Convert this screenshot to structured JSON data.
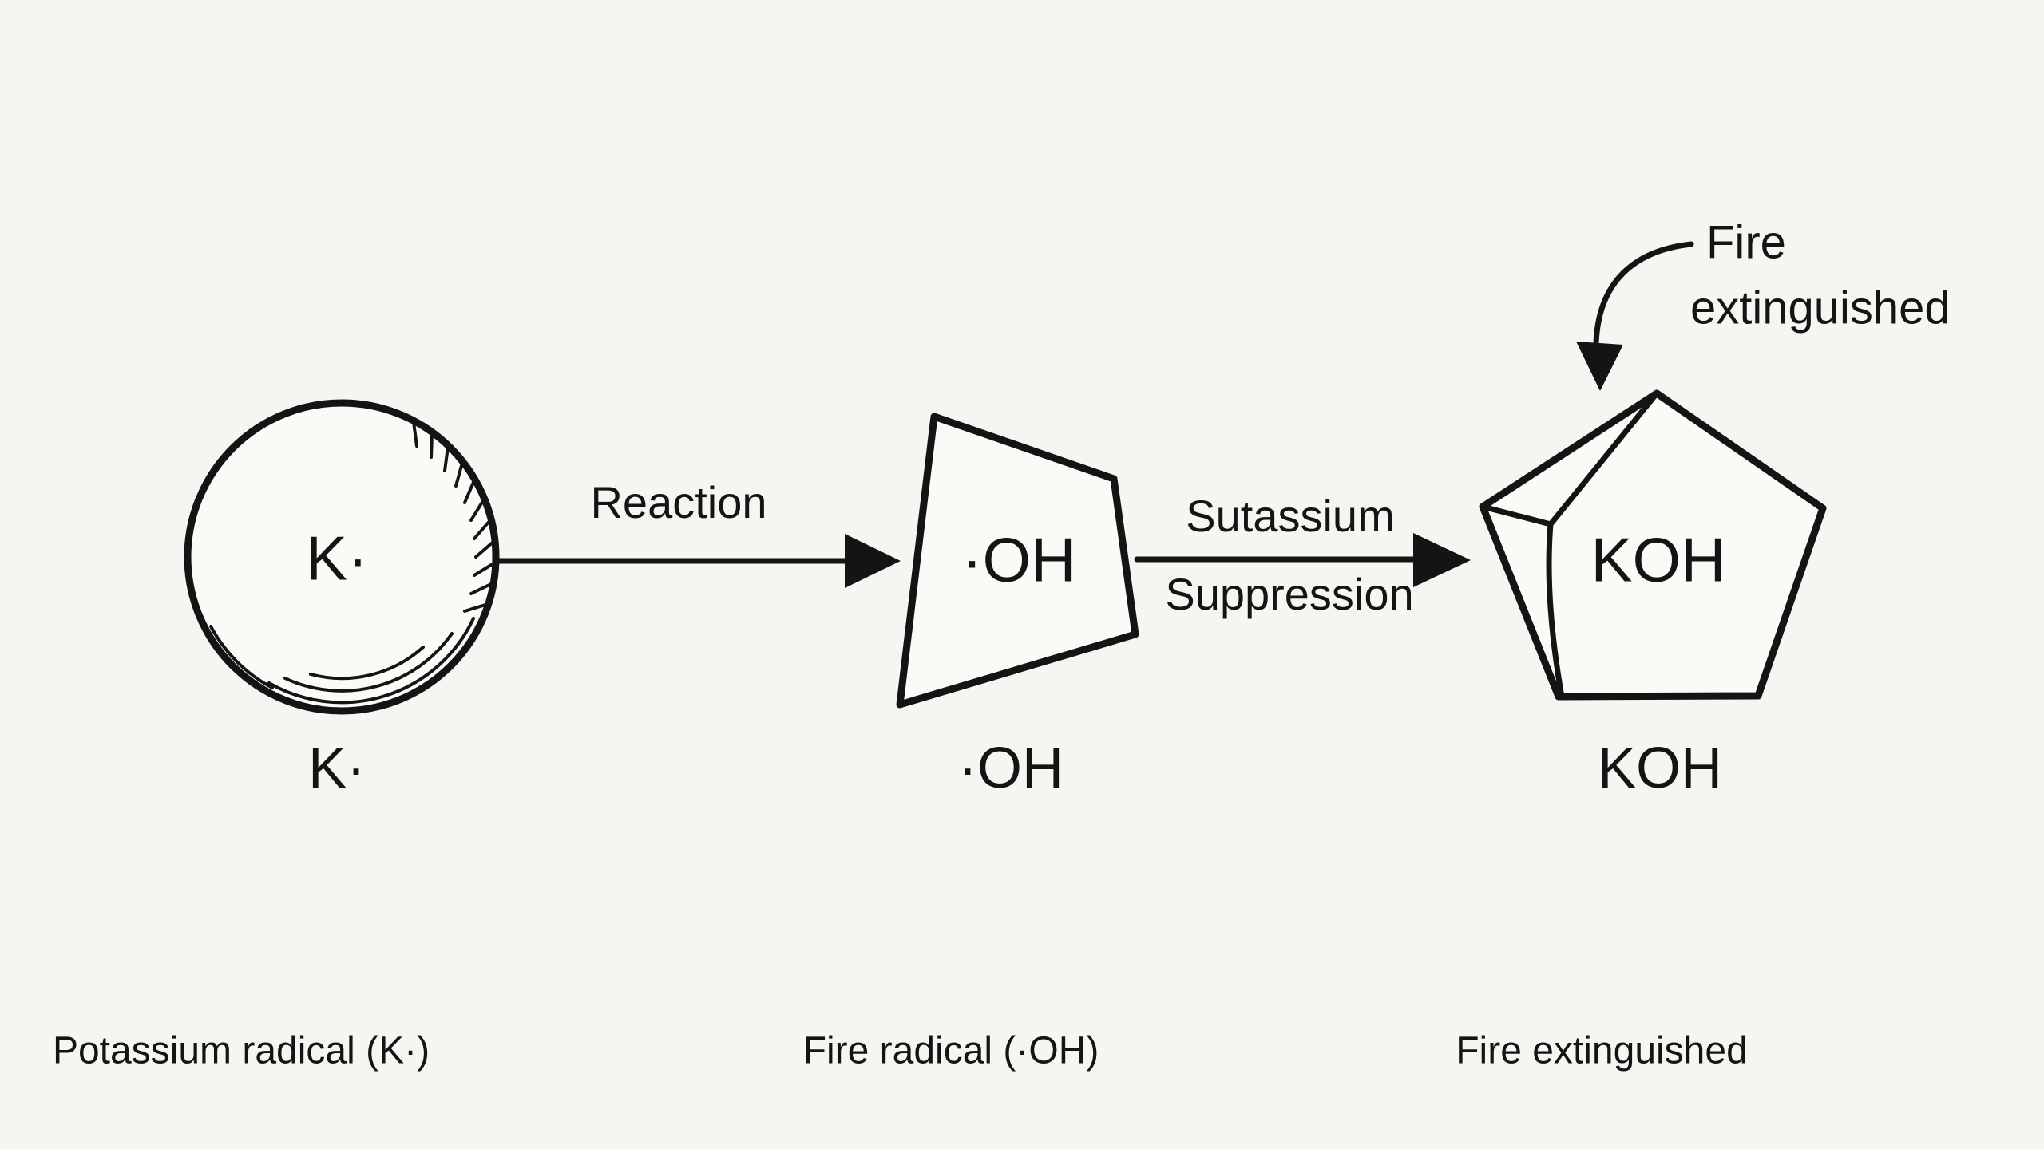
{
  "diagram": {
    "description": "Hand-drawn style chemistry reaction diagram showing potassium radical suppressing a fire radical to form KOH",
    "colors": {
      "ink": "#141414",
      "background": "#f6f5f1",
      "shape_fill": "#fbfaf7"
    },
    "nodes": [
      {
        "shape": "sphere",
        "symbol": "K·",
        "sublabel": "K·",
        "caption": "Potassium radical (K·)"
      },
      {
        "shape": "quadrilateral",
        "symbol": "·OH",
        "sublabel": "·OH",
        "caption": "Fire radical (·OH)"
      },
      {
        "shape": "pentagon",
        "symbol": "KOH",
        "sublabel": "KOH",
        "caption": "Fire extinguished"
      }
    ],
    "arrows": [
      {
        "label": "Reaction"
      },
      {
        "label_top": "Sutassium",
        "label_bottom": "Suppression"
      }
    ],
    "annotation": {
      "line1": "Fire",
      "line2": "extinguished"
    }
  }
}
